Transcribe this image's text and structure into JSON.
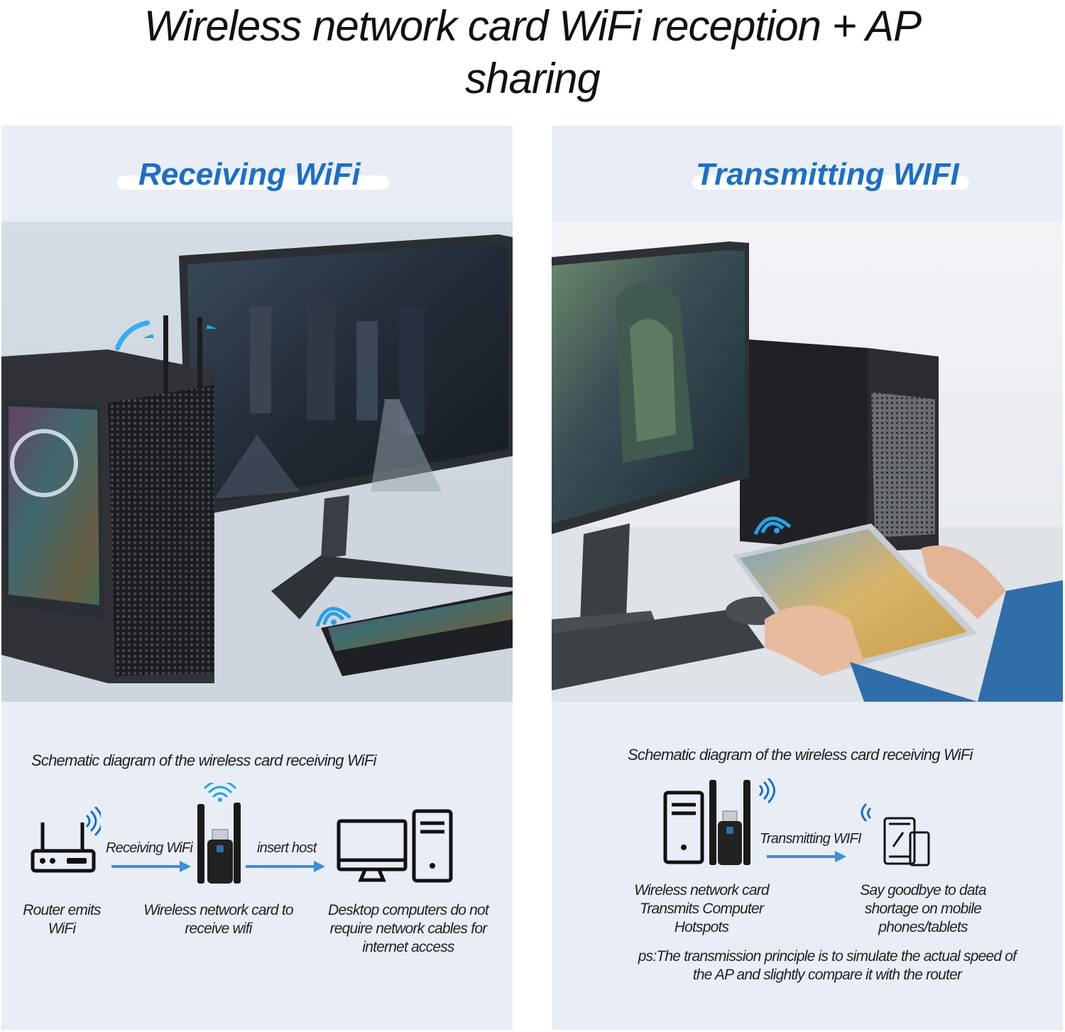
{
  "title": {
    "line1": "Wireless network card WiFi reception + AP",
    "line2": "sharing"
  },
  "left_panel": {
    "heading": "Receiving WiFi",
    "diagram_title": "Schematic diagram of the wireless card receiving WiFi",
    "arrow1_label": "Receiving WiFi",
    "arrow2_label": "insert host",
    "router_caption": [
      "Router emits",
      "WiFi"
    ],
    "adapter_caption": [
      "Wireless network card to",
      "receive wifi"
    ],
    "desktop_caption": [
      "Desktop computers do not",
      "require network cables for",
      "internet access"
    ]
  },
  "right_panel": {
    "heading": "Transmitting WIFI",
    "diagram_title": "Schematic diagram of the wireless card receiving WiFi",
    "arrow_label": "Transmitting WIFI",
    "adapter_caption": [
      "Wireless network card",
      "Transmits Computer",
      "Hotspots"
    ],
    "device_caption": [
      "Say goodbye to data",
      "shortage on mobile",
      "phones/tablets"
    ],
    "note": [
      "ps:The transmission principle is to simulate the actual speed of",
      "the AP and slightly compare it with the router"
    ]
  },
  "colors": {
    "heading_blue": "#1e6fc0",
    "arrow_blue": "#3a8fd8",
    "wifi_blue": "#2aa0e6",
    "panel_bg": "#e8edf6"
  },
  "icons": [
    "wifi-icon",
    "router-icon",
    "usb-wifi-adapter-icon",
    "monitor-icon",
    "pc-tower-icon",
    "tablet-phone-icon"
  ]
}
